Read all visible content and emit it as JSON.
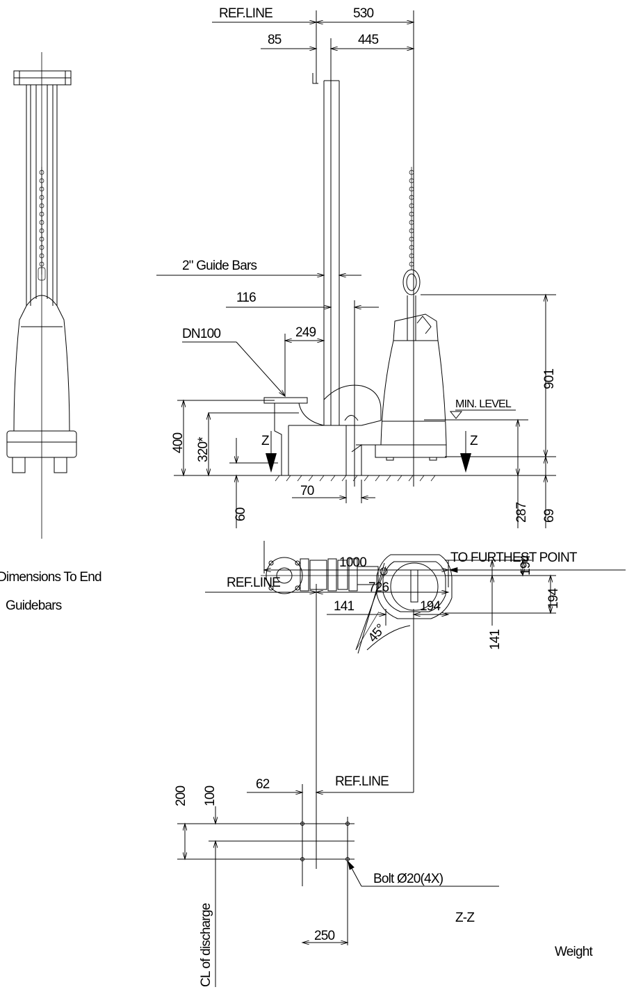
{
  "drawing": {
    "labels": {
      "ref_line_top": "REF.LINE",
      "dim_530": "530",
      "dim_85": "85",
      "dim_445": "445",
      "guide_bars": "2\" Guide Bars",
      "dim_116": "116",
      "dn100": "DN100",
      "dim_249": "249",
      "min_level": "MIN. LEVEL",
      "dim_901": "901",
      "dim_400": "400",
      "dim_320": "320*",
      "section_z_left": "Z",
      "section_z_right": "Z",
      "dim_70": "70",
      "dim_60": "60",
      "dim_287": "287",
      "dim_69": "69",
      "dim_1000": "1000",
      "to_furthest_point": "TO FURTHEST POINT",
      "ref_line_mid": "REF.LINE",
      "dim_726": "726",
      "dim_141_h": "141",
      "dim_194_h": "194",
      "angle_45": "45°",
      "dim_141_v": "141",
      "dim_194_v1": "194",
      "dim_194_v2": "194",
      "note_dimensions": "Dimensions To End",
      "note_guidebars": "Guidebars",
      "dim_200": "200",
      "dim_100": "100",
      "dim_62": "62",
      "ref_line_bottom": "REF.LINE",
      "bolt": "Bolt Ø20(4X)",
      "section_zz": "Z-Z",
      "cl_discharge": "CL of discharge",
      "dim_250": "250",
      "weight": "Weight"
    }
  }
}
